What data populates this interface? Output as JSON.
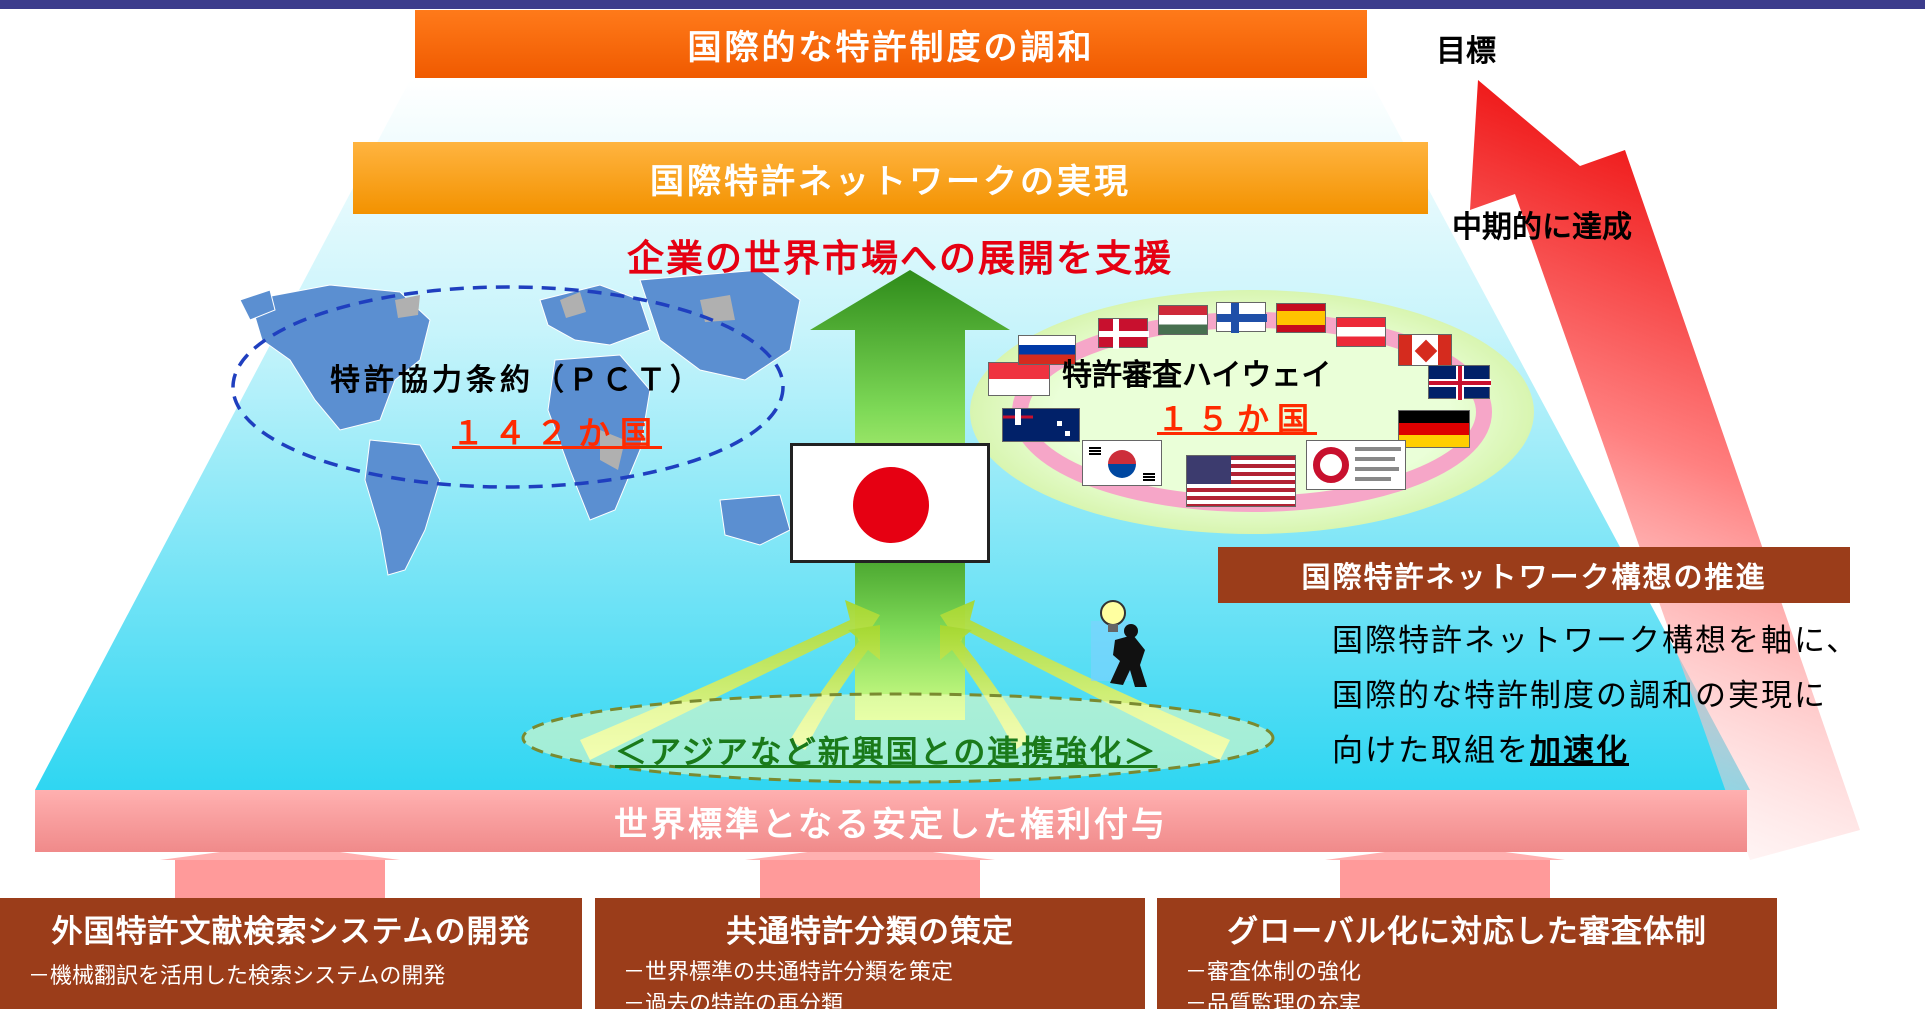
{
  "top": {
    "goal_bar": "国際的な特許制度の調和",
    "network_bar": "国際特許ネットワークの実現",
    "support_text": "企業の世界市場への展開を支援",
    "goal_label": "目標",
    "midterm_label": "中期的に達成"
  },
  "pct": {
    "title": "特許協力条約（ＰＣＴ）",
    "count": "１４２か国"
  },
  "pph": {
    "title": "特許審査ハイウェイ",
    "count": "１５か国"
  },
  "vision": {
    "header": "国際特許ネットワーク構想の推進",
    "line1": "国際特許ネットワーク構想を軸に、",
    "line2": "国際的な特許制度の調和の実現に",
    "line3_prefix": "向けた取組を",
    "line3_emphasis": "加速化"
  },
  "asia": "＜アジアなど新興国との連携強化＞",
  "standard_bar": "世界標準となる安定した権利付与",
  "boxes": [
    {
      "title": "外国特許文献検索システムの開発",
      "items": [
        "－機械翻訳を活用した検索システムの開発"
      ]
    },
    {
      "title": "共通特許分類の策定",
      "items": [
        "－世界標準の共通特許分類を策定",
        "－過去の特許の再分類"
      ]
    },
    {
      "title": "グローバル化に対応した審査体制",
      "items": [
        "－審査体制の強化",
        "－品質監理の充実"
      ]
    }
  ],
  "colors": {
    "orange_bar": "#f05a00",
    "network_bar": "#f39200",
    "support_red": "#e60012",
    "brown_box": "#9b3d1a",
    "pink_bar": "#f08a8a",
    "green_arrow": "#2e8b1a",
    "cyan_trapezoid": "#3fd8f0"
  },
  "icons": [
    "world-map-icon",
    "japan-flag-icon",
    "light-bulb-person-icon",
    "national-flag-icons"
  ]
}
